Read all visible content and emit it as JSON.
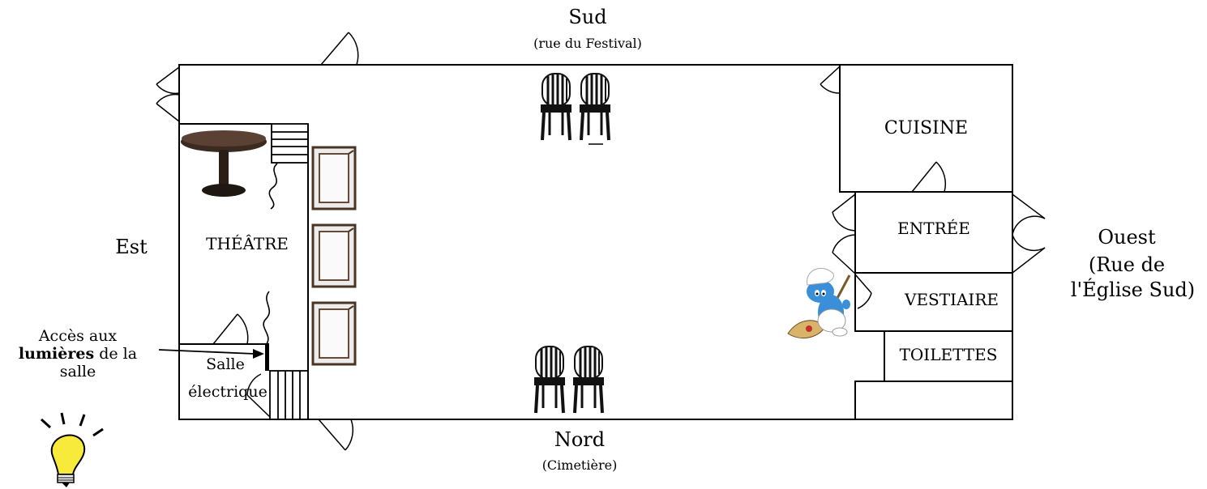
{
  "compass": {
    "south": "Sud",
    "south_sub": "(rue du Festival)",
    "north": "Nord",
    "north_sub": "(Cimetière)",
    "east": "Est",
    "west": "Ouest",
    "west_sub_1": "(Rue de",
    "west_sub_2": "l'Église Sud)"
  },
  "rooms": {
    "kitchen": "CUISINE",
    "entrance": "ENTRÉE",
    "cloakroom": "VESTIAIRE",
    "toilets": "TOILETTES",
    "theater": "THÉÂTRE",
    "electric_room_1": "Salle",
    "electric_room_2": "électrique"
  },
  "lights_note": {
    "line1": "Accès aux",
    "bold": "lumières",
    "after_bold": " de la",
    "line3": "salle"
  },
  "icons": [
    "door-icon",
    "round-table-icon",
    "chair-icon",
    "stairs-icon",
    "curtain-icon",
    "smurf-sweeping-icon",
    "light-bulb-icon",
    "arrow-icon"
  ],
  "colors": {
    "walls": "#000000",
    "bulb": "#f7ea3a",
    "smurf": "#3a8fd8",
    "table": "#3b2a20"
  }
}
